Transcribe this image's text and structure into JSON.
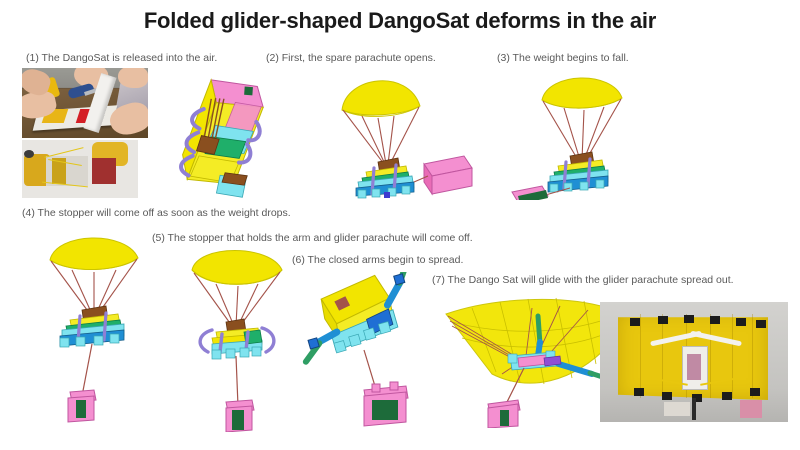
{
  "slide": {
    "title": "Folded glider-shaped DangoSat deforms in the air",
    "background_color": "#ffffff",
    "title_color": "#1a1a1a",
    "caption_color": "#5a5a5a"
  },
  "captions": [
    {
      "id": 1,
      "text": "(1) The DangoSat is released into the air."
    },
    {
      "id": 2,
      "text": "(2) First, the spare parachute opens."
    },
    {
      "id": 3,
      "text": "(3) The weight begins to fall."
    },
    {
      "id": 4,
      "text": "(4) The stopper will come off as soon as the weight drops."
    },
    {
      "id": 5,
      "text": "(5) The stopper that holds the arm and glider parachute will come off."
    },
    {
      "id": 6,
      "text": "(6) The closed arms begin to spread."
    },
    {
      "id": 7,
      "text": "(7) The Dango Sat will glide with the glider parachute spread out."
    }
  ],
  "figures": [
    {
      "id": "photo-assembly",
      "kind": "photograph",
      "subject": "hands packing the folded DangoSat on a wooden table with scissors"
    },
    {
      "id": "photo-packed-sat",
      "kind": "photograph",
      "subject": "packed DangoSat wrapped in yellow fabric with yellow cords"
    },
    {
      "id": "cad-folded",
      "kind": "cad-render",
      "subject": "folded glider-shaped DangoSat stowed configuration"
    },
    {
      "id": "cad-spare-chute-open",
      "kind": "cad-render",
      "subject": "spare parachute opened above the satellite body"
    },
    {
      "id": "cad-weight-falling",
      "kind": "cad-render",
      "subject": "weight beginning to fall below the satellite"
    },
    {
      "id": "cad-stopper-off",
      "kind": "cad-render",
      "subject": "weight fully dropped on its tether, stopper released"
    },
    {
      "id": "cad-arms-unlock",
      "kind": "cad-render",
      "subject": "stopper holding arm and glider parachute comes off"
    },
    {
      "id": "cad-arms-spread",
      "kind": "cad-render",
      "subject": "closed arms beginning to spread outward"
    },
    {
      "id": "cad-glide",
      "kind": "cad-render",
      "subject": "DangoSat gliding with the glider parachute spread out"
    },
    {
      "id": "photo-deployed-wing",
      "kind": "photograph",
      "subject": "deployed yellow glider wing with white arms and black tabs"
    }
  ],
  "palette": {
    "canopy_yellow": "#f2e500",
    "body_yellow": "#f4ec25",
    "shroud_line": "#a4534a",
    "weight_pink": "#f07cc0",
    "strap_purple": "#8f7fd4",
    "panel_cyan": "#7fe3ef",
    "panel_green": "#1faf6a",
    "arm_blue": "#1f8fd4",
    "arm_green": "#2f9e64",
    "hub_brown": "#8a4f1f"
  }
}
